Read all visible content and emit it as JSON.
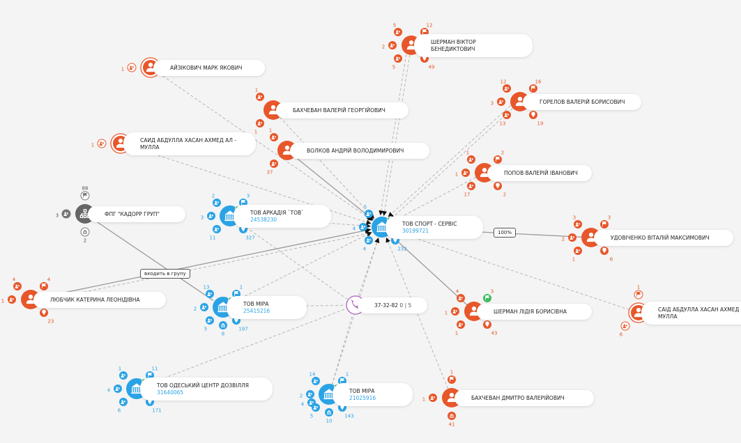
{
  "colors": {
    "person": "#e8572a",
    "company": "#2aa3e6",
    "group": "#666666",
    "phone": "#b05fc0",
    "flag": "#3dbb5c",
    "line": "#aaaaaa"
  },
  "nodes": [
    {
      "id": "shermanv",
      "type": "person",
      "icon": "person-icon",
      "name": "ШЕРМАН ВІКТОР БЕНЕДИКТОВИЧ",
      "counts": {
        "tl": "5",
        "tr": "12",
        "l": "2",
        "bl": "5",
        "br": "49"
      }
    },
    {
      "id": "ayzikovich",
      "type": "person",
      "style": "outline",
      "icon": "person-icon",
      "name": "АЙЗІКОВИЧ МАРК ЯКОВИЧ",
      "counts": {
        "l": "1"
      }
    },
    {
      "id": "bakhchevan_v",
      "type": "person",
      "icon": "person-icon",
      "name": "БАХЧЕВАН ВАЛЕРІЙ ГЕОРГІЙОВИЧ",
      "counts": {
        "tl": "1",
        "bl": "1"
      }
    },
    {
      "id": "gorelov",
      "type": "person",
      "icon": "person-icon",
      "name": "ГОРЕЛОВ ВАЛЕРІЙ БОРИСОВИЧ",
      "counts": {
        "tl": "12",
        "tr": "16",
        "l": "3",
        "bl": "13",
        "br": "19"
      }
    },
    {
      "id": "volkov",
      "type": "person",
      "icon": "person-icon",
      "name": "ВОЛКОВ АНДРІЙ ВОЛОДИМИРОВИЧ",
      "counts": {
        "tl": "1",
        "bl": "37"
      }
    },
    {
      "id": "said1",
      "type": "person",
      "style": "outline",
      "icon": "person-icon",
      "name": "САИД АБДУЛЛА ХАСАН АХМЕД АЛ - МУЛЛА",
      "counts": {
        "l": "1"
      }
    },
    {
      "id": "popov",
      "type": "person",
      "icon": "person-icon",
      "name": "ПОПОВ ВАЛЕРІЙ ІВАНОВИЧ",
      "counts": {
        "tl": "1",
        "tr": "2",
        "l": "1",
        "bl": "17",
        "br": "2"
      }
    },
    {
      "id": "fpg",
      "type": "group",
      "icon": "org-chart-icon",
      "name": "ФПГ \"Кадорр Груп\"",
      "counts": {
        "t": "88",
        "l": "3",
        "b": "2"
      }
    },
    {
      "id": "arkadiya",
      "type": "company",
      "icon": "bank-icon",
      "name": "ТОВ АРКАДІЯ `ТОВ`",
      "code": "24538230",
      "counts": {
        "tl": "2",
        "tr": "3",
        "l": "3",
        "bl": "11",
        "br": "327"
      }
    },
    {
      "id": "sport",
      "type": "company",
      "icon": "bank-icon",
      "name": "ТОВ СПОРТ - СЕРВІС",
      "code": "30199721",
      "counts": {
        "tl": "5",
        "l": "4",
        "bl": "4",
        "br": "232"
      }
    },
    {
      "id": "udovichenko",
      "type": "person",
      "icon": "person-icon",
      "name": "УДОВІЧЕНКО ВІТАЛІЙ МАКСИМОВИЧ",
      "counts": {
        "tl": "3",
        "tr": "3",
        "l": "2",
        "bl": "1",
        "br": "6"
      }
    },
    {
      "id": "lyubchik",
      "type": "person",
      "icon": "person-icon",
      "name": "ЛЮБЧИК КАТЕРИНА ЛЕОНІДІВНА",
      "counts": {
        "tl": "4",
        "tr": "4",
        "l": "1",
        "br": "23"
      }
    },
    {
      "id": "mira1",
      "type": "company",
      "icon": "bank-icon",
      "name": "ТОВ МІРА",
      "code": "25415216",
      "counts": {
        "tl": "13",
        "tr": "1",
        "l": "2",
        "bl": "5",
        "br": "197",
        "b": "8"
      }
    },
    {
      "id": "phone",
      "type": "phone",
      "icon": "phone-icon",
      "name": "37-32-82",
      "extra": "0 | 5"
    },
    {
      "id": "shermanl",
      "type": "person",
      "icon": "person-icon",
      "name": "ШЕРМАН ЛІДІЯ БОРИСІВНА",
      "counts": {
        "tl": "4",
        "tr": "3",
        "l": "1",
        "bl": "1",
        "br": "43"
      }
    },
    {
      "id": "said2",
      "type": "person",
      "style": "outline",
      "icon": "person-icon",
      "name": "САІД АБДУЛЛА ХАСАН АХМЕД АЛ-МУЛЛА",
      "counts": {
        "t": "1",
        "bl": "6"
      }
    },
    {
      "id": "odessa",
      "type": "company",
      "icon": "bank-icon",
      "name": "ТОВ ОДЕСЬКИЙ ЦЕНТР ДОЗВІЛЛЯ",
      "code": "31640065",
      "counts": {
        "tl": "1",
        "tr": "11",
        "l": "4",
        "bl": "6",
        "br": "171"
      }
    },
    {
      "id": "mira2",
      "type": "company",
      "icon": "bank-icon",
      "name": "ТОВ МІРА",
      "code": "21025916",
      "counts": {
        "tl": "14",
        "tr": "1",
        "l": "2",
        "l2": "4",
        "bl": "5",
        "br": "143",
        "b": "10"
      }
    },
    {
      "id": "bakhchevan_d",
      "type": "person",
      "icon": "person-icon",
      "name": "БАХЧЕВАН ДМИТРО ВАЛЕРІЙОВИЧ",
      "counts": {
        "t": "1",
        "l": "1",
        "b": "41"
      }
    }
  ],
  "edges": [
    {
      "from": "shermanv",
      "to": "sport",
      "style": "dashed"
    },
    {
      "from": "shermanv",
      "to": "sport",
      "style": "dashed"
    },
    {
      "from": "ayzikovich",
      "to": "sport",
      "style": "dashed"
    },
    {
      "from": "bakhchevan_v",
      "to": "sport",
      "style": "dashed"
    },
    {
      "from": "volkov",
      "to": "sport",
      "style": "solid"
    },
    {
      "from": "said1",
      "to": "sport",
      "style": "dashed"
    },
    {
      "from": "gorelov",
      "to": "sport",
      "style": "dashed"
    },
    {
      "from": "gorelov",
      "to": "sport",
      "style": "dashed"
    },
    {
      "from": "popov",
      "to": "sport",
      "style": "dashed"
    },
    {
      "from": "udovichenko",
      "to": "sport",
      "style": "solid",
      "label": "100%"
    },
    {
      "from": "arkadiya",
      "to": "sport",
      "style": "dashed"
    },
    {
      "from": "arkadiya",
      "to": "phone",
      "style": "dashed"
    },
    {
      "from": "lyubchik",
      "to": "sport",
      "style": "solid"
    },
    {
      "from": "lyubchik",
      "to": "sport",
      "style": "dashed"
    },
    {
      "from": "fpg",
      "to": "mira1",
      "style": "solid",
      "label": "входить в групу"
    },
    {
      "from": "mira1",
      "to": "phone",
      "style": "dashed"
    },
    {
      "from": "mira1",
      "to": "sport",
      "style": "dashed"
    },
    {
      "from": "odessa",
      "to": "phone",
      "style": "dashed"
    },
    {
      "from": "mira2",
      "to": "phone",
      "style": "dashed"
    },
    {
      "from": "mira2",
      "to": "sport",
      "style": "dashed"
    },
    {
      "from": "shermanl",
      "to": "sport",
      "style": "solid"
    },
    {
      "from": "bakhchevan_d",
      "to": "sport",
      "style": "dashed"
    },
    {
      "from": "said2",
      "to": "sport",
      "style": "dashed"
    },
    {
      "from": "phone",
      "to": "sport",
      "style": "dashed"
    }
  ]
}
